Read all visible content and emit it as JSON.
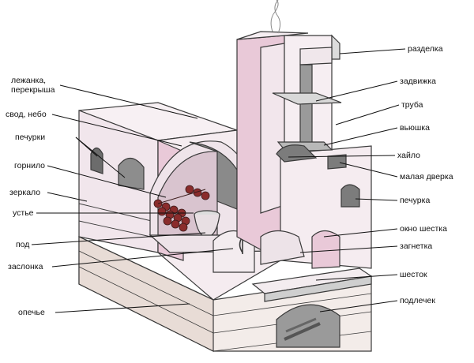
{
  "labels": {
    "lezhanka": "лежанка,\nперекрыша",
    "svod": "свод, небо",
    "pechurki": "печурки",
    "gornilo": "горнило",
    "zerkalo": "зеркало",
    "ustie": "устье",
    "pod": "под",
    "zaslonka": "заслонка",
    "opeche": "опечье",
    "razdelka": "разделка",
    "zadvizhka": "задвижка",
    "truba": "труба",
    "vyushka": "вьюшка",
    "khaylo": "хайло",
    "malaya_dverka": "малая дверка",
    "pechurka": "печурка",
    "okno_shestka": "окно шестка",
    "zagnetka": "загнетка",
    "shestok": "шесток",
    "podlechek": "подлечек"
  },
  "colors": {
    "outline": "#3a3a3a",
    "stove_fill": "#f6eef2",
    "pink_shade": "#e9c9d8",
    "dark_shade": "#7c7c7c",
    "log": "#8a2c2c"
  }
}
